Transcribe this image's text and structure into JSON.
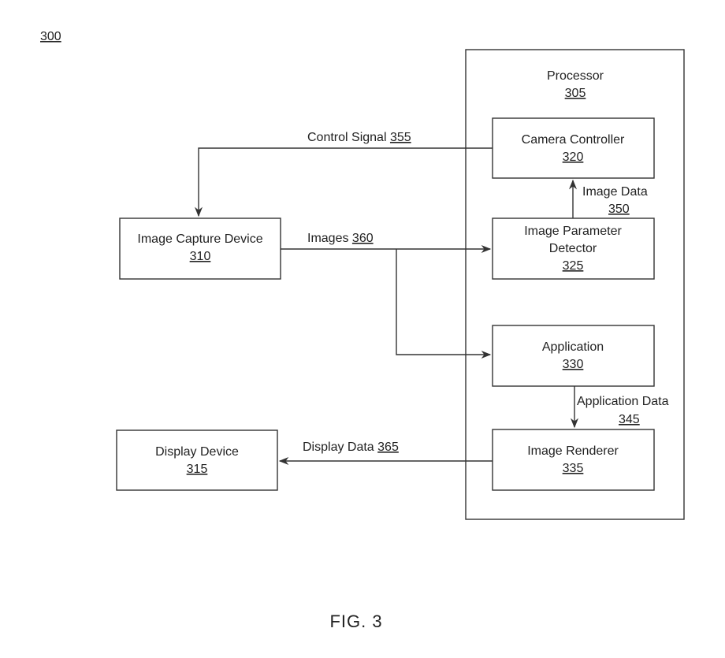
{
  "figure_ref": "300",
  "caption": "FIG. 3",
  "processor": {
    "title": "Processor",
    "ref": "305"
  },
  "blocks": {
    "image_capture_device": {
      "title": "Image Capture Device",
      "ref": "310"
    },
    "display_device": {
      "title": "Display Device",
      "ref": "315"
    },
    "camera_controller": {
      "title": "Camera Controller",
      "ref": "320"
    },
    "image_parameter_detector": {
      "title_line1": "Image Parameter",
      "title_line2": "Detector",
      "ref": "325"
    },
    "application": {
      "title": "Application",
      "ref": "330"
    },
    "image_renderer": {
      "title": "Image Renderer",
      "ref": "335"
    }
  },
  "signals": {
    "control_signal": {
      "label": "Control Signal",
      "ref": "355"
    },
    "images": {
      "label": "Images",
      "ref": "360"
    },
    "image_data": {
      "label": "Image Data",
      "ref": "350"
    },
    "application_data": {
      "label": "Application Data",
      "ref": "345"
    },
    "display_data": {
      "label": "Display Data",
      "ref": "365"
    }
  }
}
